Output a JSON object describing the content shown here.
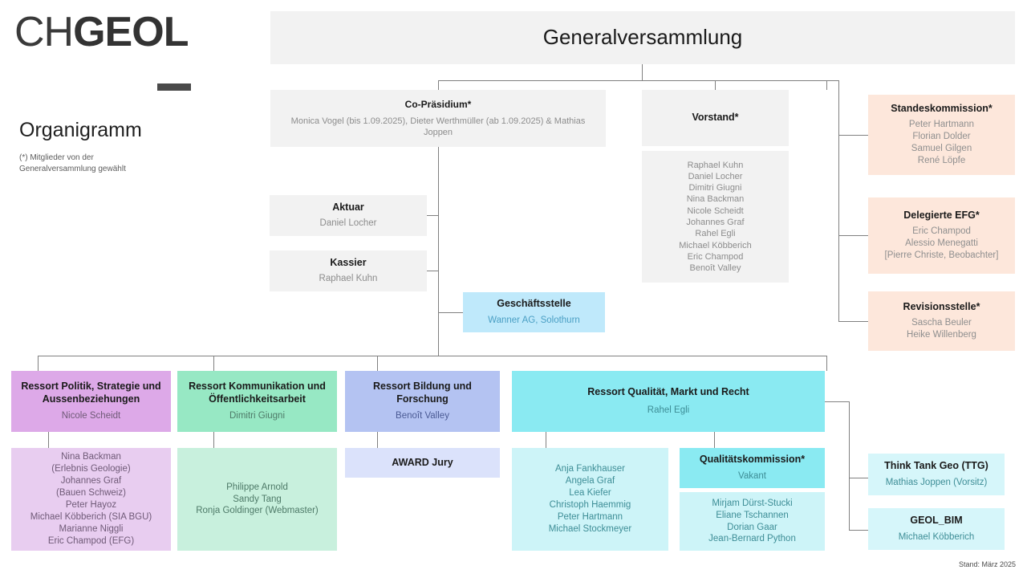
{
  "brand": {
    "logo_thin": "CH",
    "logo_bold": "GEOL",
    "title": "Organigramm",
    "note": "(*) Mitglieder von der Generalversammlung gewählt"
  },
  "footer": {
    "stand": "Stand: März 2025"
  },
  "colors": {
    "grey": "#f2f2f2",
    "peach": "#fde7db",
    "light_blue": "#bfe9fb",
    "purple": "#dda9e8",
    "purple_light": "#e8cdf0",
    "green": "#97e8c4",
    "green_light": "#c8f0dd",
    "blue": "#b4c3f2",
    "blue_light": "#dbe2fb",
    "cyan": "#8aeaf2",
    "cyan_light": "#cdf4f8",
    "cyan_pale": "#d6f6fa",
    "connector": "#808080"
  },
  "nodes": {
    "generalversammlung": {
      "title": "Generalversammlung"
    },
    "co_praesidium": {
      "title": "Co-Präsidium*",
      "members": "Monica Vogel (bis 1.09.2025), Dieter Werthmüller (ab 1.09.2025) & Mathias Joppen"
    },
    "vorstand": {
      "title": "Vorstand*",
      "members": "Raphael Kuhn\nDaniel Locher\nDimitri Giugni\nNina Backman\nNicole Scheidt\nJohannes Graf\nRahel Egli\nMichael Köbberich\nEric Champod\nBenoît Valley"
    },
    "aktuar": {
      "title": "Aktuar",
      "members": "Daniel Locher"
    },
    "kassier": {
      "title": "Kassier",
      "members": "Raphael Kuhn"
    },
    "geschaeftsstelle": {
      "title": "Geschäftsstelle",
      "members": "Wanner AG, Solothurn"
    },
    "standeskommission": {
      "title": "Standeskommission*",
      "members": "Peter Hartmann\nFlorian Dolder\nSamuel Gilgen\nRené Löpfe"
    },
    "delegierte_efg": {
      "title": "Delegierte EFG*",
      "members": "Eric Champod\nAlessio Menegatti\n[Pierre Christe, Beobachter]"
    },
    "revisionsstelle": {
      "title": "Revisionsstelle*",
      "members": "Sascha Beuler\nHeike Willenberg"
    },
    "ressort_politik": {
      "title": "Ressort Politik, Strategie und Aussenbeziehungen",
      "lead": "Nicole Scheidt",
      "members": "Nina Backman\n(Erlebnis Geologie)\nJohannes Graf\n(Bauen Schweiz)\nPeter Hayoz\nMichael Köbberich (SIA BGU)\nMarianne Niggli\nEric Champod (EFG)"
    },
    "ressort_kommunikation": {
      "title": "Ressort Kommunikation und Öffentlichkeitsarbeit",
      "lead": "Dimitri Giugni",
      "members": "Philippe Arnold\nSandy Tang\nRonja Goldinger (Webmaster)"
    },
    "ressort_bildung": {
      "title": "Ressort Bildung und Forschung",
      "lead": "Benoît Valley",
      "award_jury": "AWARD Jury"
    },
    "ressort_qualitaet": {
      "title": "Ressort Qualität, Markt und Recht",
      "lead": "Rahel Egli",
      "members": "Anja Fankhauser\nAngela Graf\nLea Kiefer\nChristoph Haemmig\nPeter Hartmann\nMichael Stockmeyer"
    },
    "qualitaetskommission": {
      "title": "Qualitätskommission*",
      "lead": "Vakant",
      "members": "Mirjam Dürst-Stucki\nEliane Tschannen\nDorian Gaar\nJean-Bernard Python"
    },
    "think_tank_geo": {
      "title": "Think Tank Geo (TTG)",
      "members": "Mathias Joppen (Vorsitz)"
    },
    "geol_bim": {
      "title": "GEOL_BIM",
      "members": "Michael Köbberich"
    }
  }
}
